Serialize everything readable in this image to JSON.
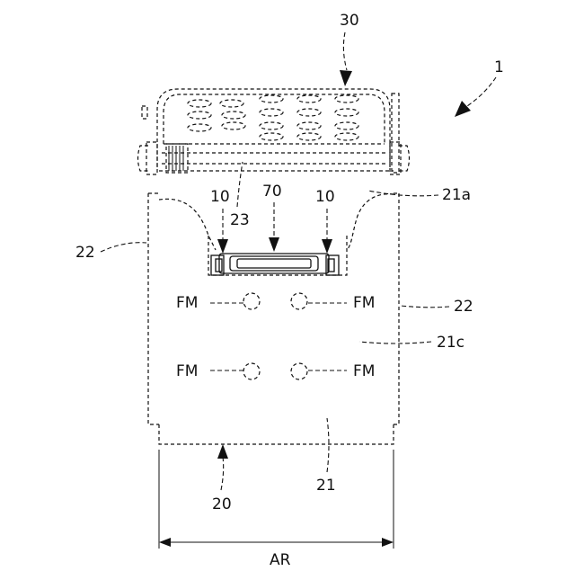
{
  "labels": {
    "ref_1": "1",
    "ref_30": "30",
    "ref_21a": "21a",
    "ref_10_left": "10",
    "ref_70": "70",
    "ref_10_right": "10",
    "ref_23": "23",
    "ref_22_left": "22",
    "ref_22_right": "22",
    "fm_1": "FM",
    "fm_2": "FM",
    "fm_3": "FM",
    "fm_4": "FM",
    "ref_21c": "21c",
    "ref_21": "21",
    "ref_20": "20",
    "ref_ar": "AR"
  }
}
